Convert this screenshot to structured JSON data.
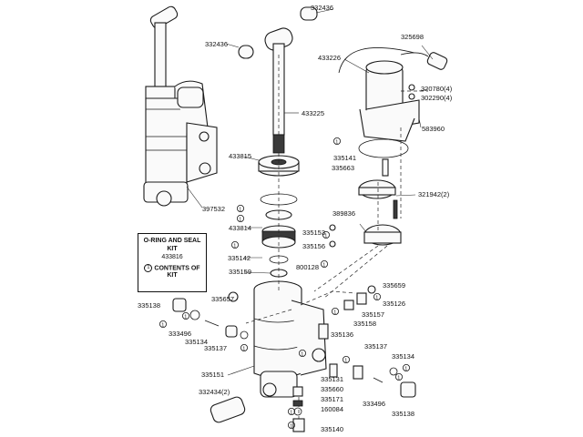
{
  "legend": {
    "title": "O-RING AND SEAL KIT",
    "kit_number": "433816",
    "marker": "1",
    "contents_text": "CONTENTS OF KIT"
  },
  "parts": [
    {
      "id": "p332436a",
      "text": "332436"
    },
    {
      "id": "p332436b",
      "text": "332436"
    },
    {
      "id": "p325698",
      "text": "325698"
    },
    {
      "id": "p433226",
      "text": "433226"
    },
    {
      "id": "p320780",
      "text": "320780(4)"
    },
    {
      "id": "p302290",
      "text": "302290(4)"
    },
    {
      "id": "p583960",
      "text": "583960"
    },
    {
      "id": "p433225",
      "text": "433225"
    },
    {
      "id": "p335141",
      "text": "335141"
    },
    {
      "id": "p335663",
      "text": "335663"
    },
    {
      "id": "p433815",
      "text": "433815"
    },
    {
      "id": "p321942",
      "text": "321942(2)"
    },
    {
      "id": "p397532",
      "text": "397532"
    },
    {
      "id": "p389836",
      "text": "389836"
    },
    {
      "id": "p433814",
      "text": "433814"
    },
    {
      "id": "p335153",
      "text": "335153"
    },
    {
      "id": "p335156",
      "text": "335156"
    },
    {
      "id": "p335142",
      "text": "335142"
    },
    {
      "id": "p800128",
      "text": "800128"
    },
    {
      "id": "p335159",
      "text": "335159"
    },
    {
      "id": "p335659",
      "text": "335659"
    },
    {
      "id": "p335126",
      "text": "335126"
    },
    {
      "id": "p335138a",
      "text": "335138"
    },
    {
      "id": "p335657",
      "text": "335657"
    },
    {
      "id": "p335157",
      "text": "335157"
    },
    {
      "id": "p335158",
      "text": "335158"
    },
    {
      "id": "p333496a",
      "text": "333496"
    },
    {
      "id": "p335134a",
      "text": "335134"
    },
    {
      "id": "p335137a",
      "text": "335137"
    },
    {
      "id": "p335136",
      "text": "335136"
    },
    {
      "id": "p335137b",
      "text": "335137"
    },
    {
      "id": "p335134b",
      "text": "335134"
    },
    {
      "id": "p335151",
      "text": "335151"
    },
    {
      "id": "p335131",
      "text": "335131"
    },
    {
      "id": "p335660",
      "text": "335660"
    },
    {
      "id": "p332434",
      "text": "332434(2)"
    },
    {
      "id": "p335171",
      "text": "335171"
    },
    {
      "id": "p160084",
      "text": "160084"
    },
    {
      "id": "p333496b",
      "text": "333496"
    },
    {
      "id": "p335138b",
      "text": "335138"
    },
    {
      "id": "p335140",
      "text": "335140"
    }
  ],
  "kit_markers": [
    {
      "id": "m1",
      "text": "1"
    },
    {
      "id": "m2",
      "text": "1"
    },
    {
      "id": "m3",
      "text": "1"
    },
    {
      "id": "m4",
      "text": "1"
    },
    {
      "id": "m5",
      "text": "1"
    },
    {
      "id": "m6",
      "text": "1"
    },
    {
      "id": "m7",
      "text": "1"
    },
    {
      "id": "m8",
      "text": "1"
    },
    {
      "id": "m9",
      "text": "1"
    },
    {
      "id": "m10",
      "text": "1"
    },
    {
      "id": "m11",
      "text": "1"
    },
    {
      "id": "m12",
      "text": "1"
    },
    {
      "id": "m13",
      "text": "1"
    },
    {
      "id": "m14",
      "text": "1"
    },
    {
      "id": "m15",
      "text": "1"
    },
    {
      "id": "m16",
      "text": "1"
    },
    {
      "id": "m17",
      "text": "1"
    }
  ]
}
